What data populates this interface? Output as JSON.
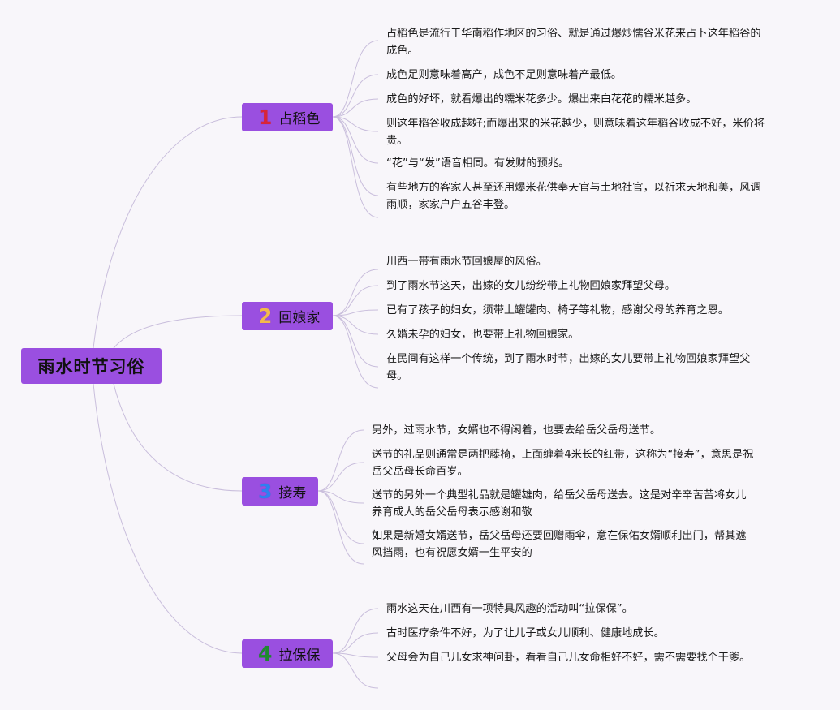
{
  "root": {
    "label": "雨水时节习俗"
  },
  "colors": {
    "node_bg": "#9a4fe0",
    "line": "#c9bedc",
    "num1": "#d8243b",
    "num2": "#f3b94a",
    "num3": "#2f7ff0",
    "num4": "#1f8a2f"
  },
  "branches": [
    {
      "number": "1",
      "label": "占稻色",
      "leaves": [
        [
          "占稻色是流行于华南稻作地区的习俗、就是通过爆炒懦谷米花来占卜这年稻谷的",
          "成色。"
        ],
        [
          "成色足则意味着高产，成色不足则意味着产最低。"
        ],
        [
          "成色的好坏，就看爆出的糯米花多少。爆出来白花花的糯米越多。"
        ],
        [
          "则这年稻谷收成越好;而爆出来的米花越少，则意味着这年稻谷收成不好，米价将",
          "贵。"
        ],
        [
          "“花”与“发”语音相同。有发财的预兆。"
        ],
        [
          "有些地方的客家人甚至还用爆米花供奉天官与土地社官，以祈求天地和美，风调",
          "雨顺，家家户户五谷丰登。"
        ]
      ]
    },
    {
      "number": "2",
      "label": "回娘家",
      "leaves": [
        [
          "川西一带有雨水节回娘屋的风俗。"
        ],
        [
          "到了雨水节这天，出嫁的女儿纷纷带上礼物回娘家拜望父母。"
        ],
        [
          "已有了孩子的妇女，须带上罐罐肉、椅子等礼物，感谢父母的养育之恩。"
        ],
        [
          "久婚未孕的妇女，也要带上礼物回娘家。"
        ],
        [
          "在民间有这样一个传统，到了雨水时节，出嫁的女儿要带上礼物回娘家拜望父",
          "母。"
        ]
      ]
    },
    {
      "number": "3",
      "label": "接寿",
      "leaves": [
        [
          "另外，过雨水节，女婿也不得闲着，也要去给岳父岳母送节。"
        ],
        [
          "送节的礼品则通常是两把藤椅，上面缠着4米长的红带，这称为“接寿”，意思是祝",
          "岳父岳母长命百岁。"
        ],
        [
          "送节的另外一个典型礼品就是罐雄肉，给岳父岳母送去。这是对辛辛苦苦将女儿",
          "养育成人的岳父岳母表示感谢和敬"
        ],
        [
          "如果是新婚女婿送节，岳父岳母还要回赠雨伞，意在保佑女婿顺利出门，帮其遮",
          "风挡雨，也有祝愿女婿一生平安的"
        ]
      ]
    },
    {
      "number": "4",
      "label": "拉保保",
      "leaves": [
        [
          "雨水这天在川西有一项特具风趣的活动叫“拉保保”。"
        ],
        [
          "古时医疗条件不好，为了让儿子或女儿顺利、健康地成长。"
        ],
        [
          "父母会为自己儿女求神问卦，看看自己儿女命相好不好，需不需要找个干爹。"
        ]
      ]
    }
  ]
}
